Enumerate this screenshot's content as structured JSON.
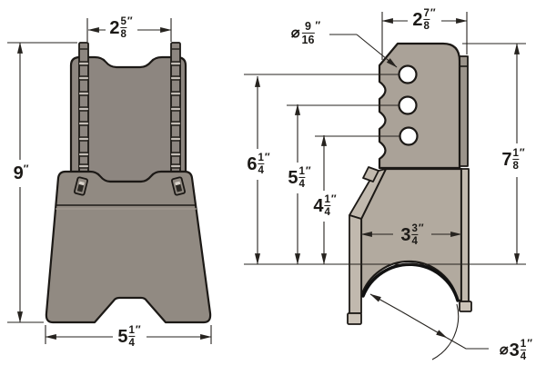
{
  "drawing_title": "bracket-two-view-dimension-drawing",
  "dims": {
    "front_top": {
      "whole": "2",
      "num": "5",
      "den": "8",
      "unit": "″"
    },
    "front_height": {
      "whole": "9",
      "unit": "″"
    },
    "front_bottom": {
      "whole": "5",
      "num": "1",
      "den": "4",
      "unit": "″"
    },
    "side_top": {
      "whole": "2",
      "num": "7",
      "den": "8",
      "unit": "″"
    },
    "hole_dia": {
      "prefix": "⌀",
      "num": "9",
      "den": "16",
      "unit": "″"
    },
    "hole1": {
      "whole": "6",
      "num": "1",
      "den": "4",
      "unit": "″"
    },
    "hole2": {
      "whole": "5",
      "num": "1",
      "den": "4",
      "unit": "″"
    },
    "hole3": {
      "whole": "4",
      "num": "1",
      "den": "4",
      "unit": "″"
    },
    "side_height": {
      "whole": "7",
      "num": "1",
      "den": "8",
      "unit": "″"
    },
    "side_mid": {
      "whole": "3",
      "num": "3",
      "den": "4",
      "unit": "″"
    },
    "tube_dia": {
      "prefix": "⌀",
      "whole": "3",
      "num": "1",
      "den": "4",
      "unit": "″"
    }
  },
  "colors": {
    "background": "#ffffff",
    "outline": "#1c1916",
    "front_fill": "#8d8680",
    "front_lower_fill": "#918a82",
    "side_plate_fill": "#aaa298",
    "side_lower_fill": "#b2aa9f",
    "edge_face_fill": "#c1b9ae",
    "rail_edge_fill": "#9b948b",
    "foot_fill": "#ccc4b9",
    "hole_fill": "#ffffff"
  }
}
